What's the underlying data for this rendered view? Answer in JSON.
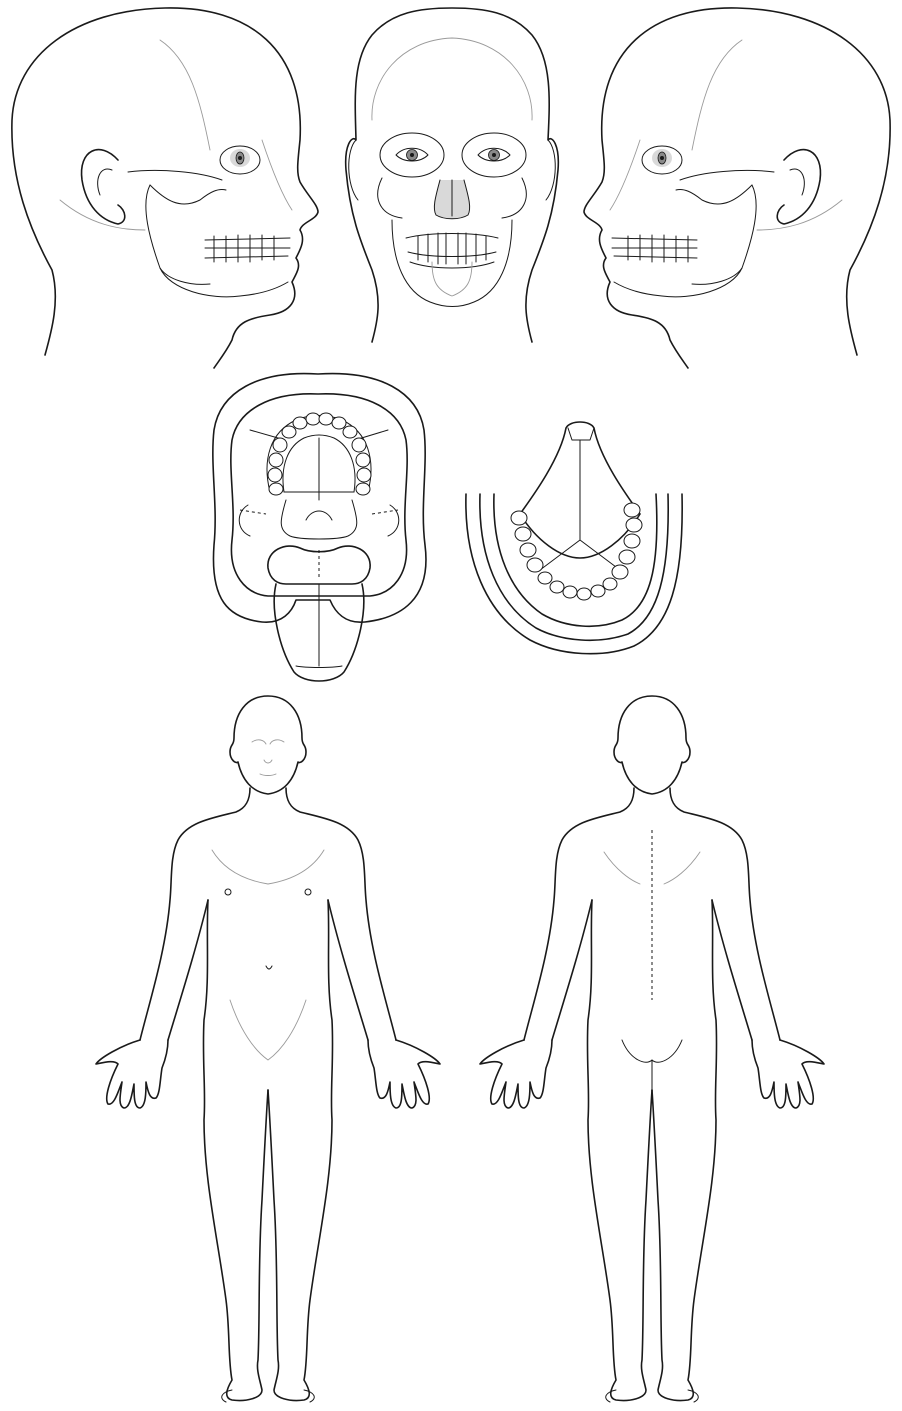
{
  "colors": {
    "line": "#1a1a1a",
    "faint_line": "#9a9a9a",
    "background": "#ffffff",
    "shading": "#d9d9d9"
  },
  "figures": [
    {
      "id": "head-skull-right-profile",
      "icon": "head-skull-right-profile-icon"
    },
    {
      "id": "head-skull-front",
      "icon": "head-skull-front-icon"
    },
    {
      "id": "head-skull-left-profile",
      "icon": "head-skull-left-profile-icon"
    },
    {
      "id": "open-mouth-upper-palate",
      "icon": "mouth-palate-tongue-icon"
    },
    {
      "id": "lower-jaw-floor-of-mouth",
      "icon": "lower-jaw-teeth-icon"
    },
    {
      "id": "body-anterior",
      "icon": "body-front-icon"
    },
    {
      "id": "body-posterior",
      "icon": "body-back-icon"
    }
  ]
}
